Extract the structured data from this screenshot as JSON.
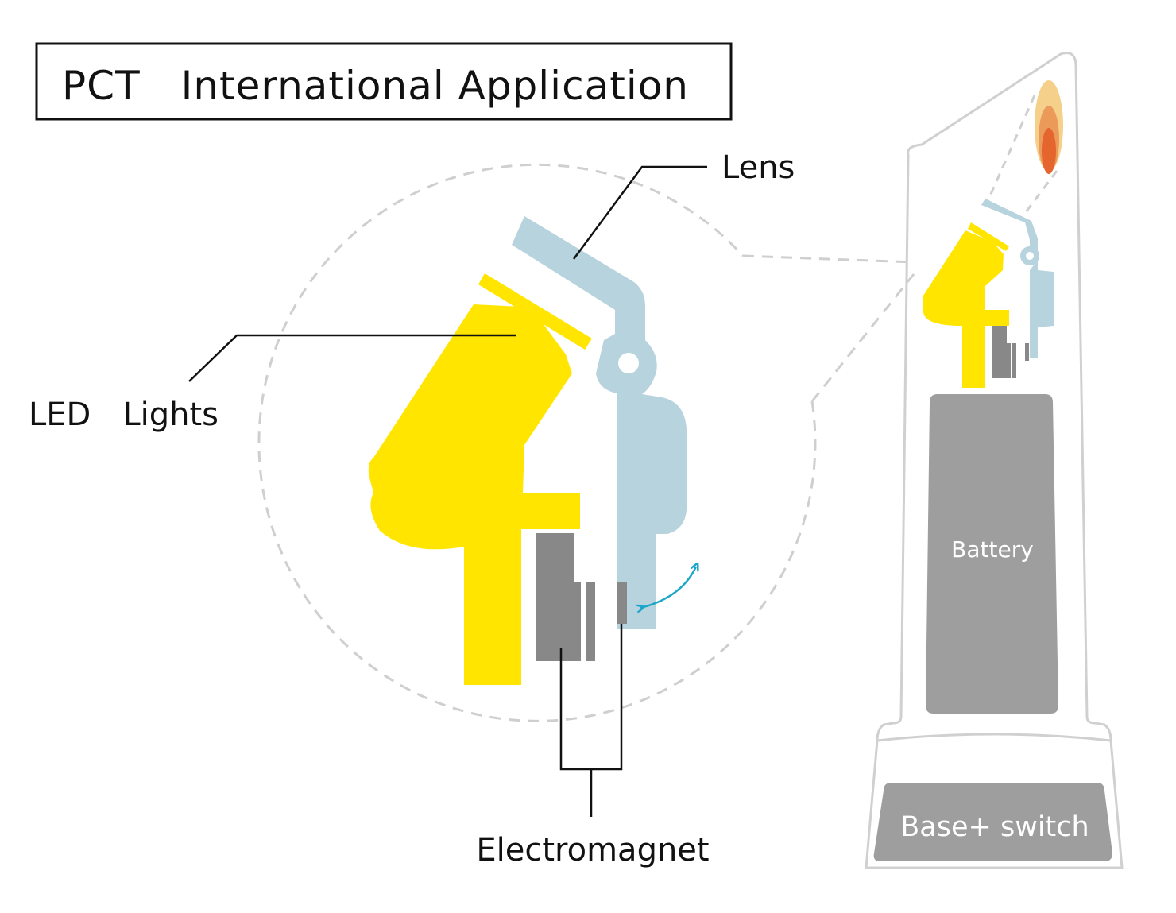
{
  "title": "PCT　International Application",
  "labels": {
    "lens": "Lens",
    "led_lights": "LED　Lights",
    "electromagnet": "Electromagnet",
    "battery": "Battery",
    "base_switch": "Base+ switch"
  },
  "colors": {
    "led": "#ffe500",
    "lens": "#b7d3dd",
    "electromagnet": "#888888",
    "battery": "#9e9e9e",
    "base": "#9e9e9e",
    "arrow": "#1aa6c8",
    "outline": "#d0d0d0",
    "dashed": "#cfcfcf",
    "flame_outer": "#f5d08a",
    "flame_mid": "#ec9a5a",
    "flame_inner": "#e4652e"
  }
}
